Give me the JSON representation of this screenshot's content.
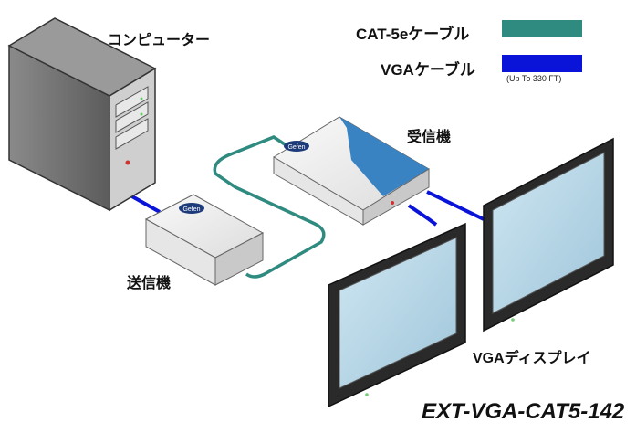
{
  "labels": {
    "computer": "コンピューター",
    "transmitter": "送信機",
    "receiver": "受信機",
    "display": "VGAディスプレイ"
  },
  "legend": {
    "cat5e_label": "CAT-5eケーブル",
    "cat5e_color": "#2f8a80",
    "vga_label": "VGAケーブル",
    "vga_color": "#0a14d8",
    "vga_note": "(Up To 330 FT)"
  },
  "logo_text": "Gefen",
  "model_number": "EXT-VGA-CAT5-142"
}
